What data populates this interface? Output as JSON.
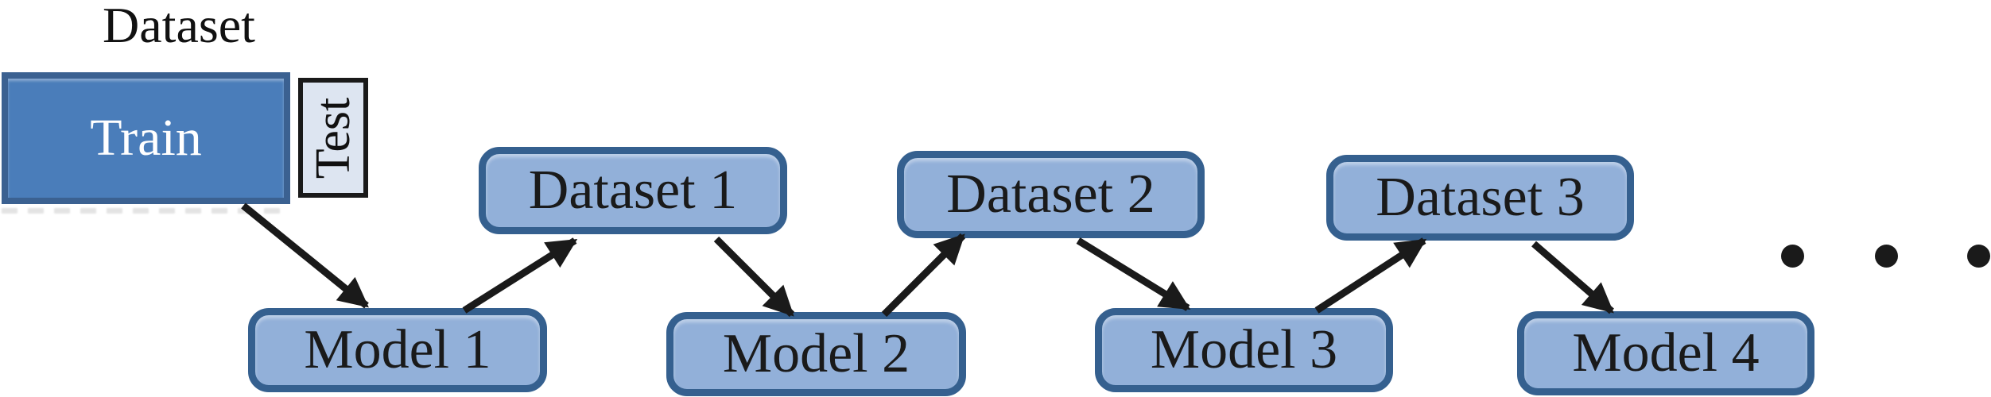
{
  "labels": {
    "title": "Dataset"
  },
  "train": {
    "label": "Train"
  },
  "test": {
    "label": "Test"
  },
  "datasets": [
    {
      "label": "Dataset 1"
    },
    {
      "label": "Dataset 2"
    },
    {
      "label": "Dataset 3"
    }
  ],
  "models": [
    {
      "label": "Model 1"
    },
    {
      "label": "Model 2"
    },
    {
      "label": "Model 3"
    },
    {
      "label": "Model 4"
    }
  ],
  "connections": [
    {
      "from": "Train",
      "to": "Model 1"
    },
    {
      "from": "Model 1",
      "to": "Dataset 1"
    },
    {
      "from": "Dataset 1",
      "to": "Model 2"
    },
    {
      "from": "Model 2",
      "to": "Dataset 2"
    },
    {
      "from": "Dataset 2",
      "to": "Model 3"
    },
    {
      "from": "Model 3",
      "to": "Dataset 3"
    },
    {
      "from": "Dataset 3",
      "to": "Model 4"
    }
  ],
  "continuation_dots": 3,
  "colors": {
    "background": "#FFFFFF",
    "train-fill": "#4A7DBA",
    "train-border": "#3B6191",
    "train-text": "#FFFFFF",
    "test-fill": "#DDE5F1",
    "test-border": "#1A1A1A",
    "node-fill": "#92B0D9",
    "node-border": "#35608F",
    "node-text": "#1A1A1A",
    "arrow": "#1A1A1A"
  }
}
